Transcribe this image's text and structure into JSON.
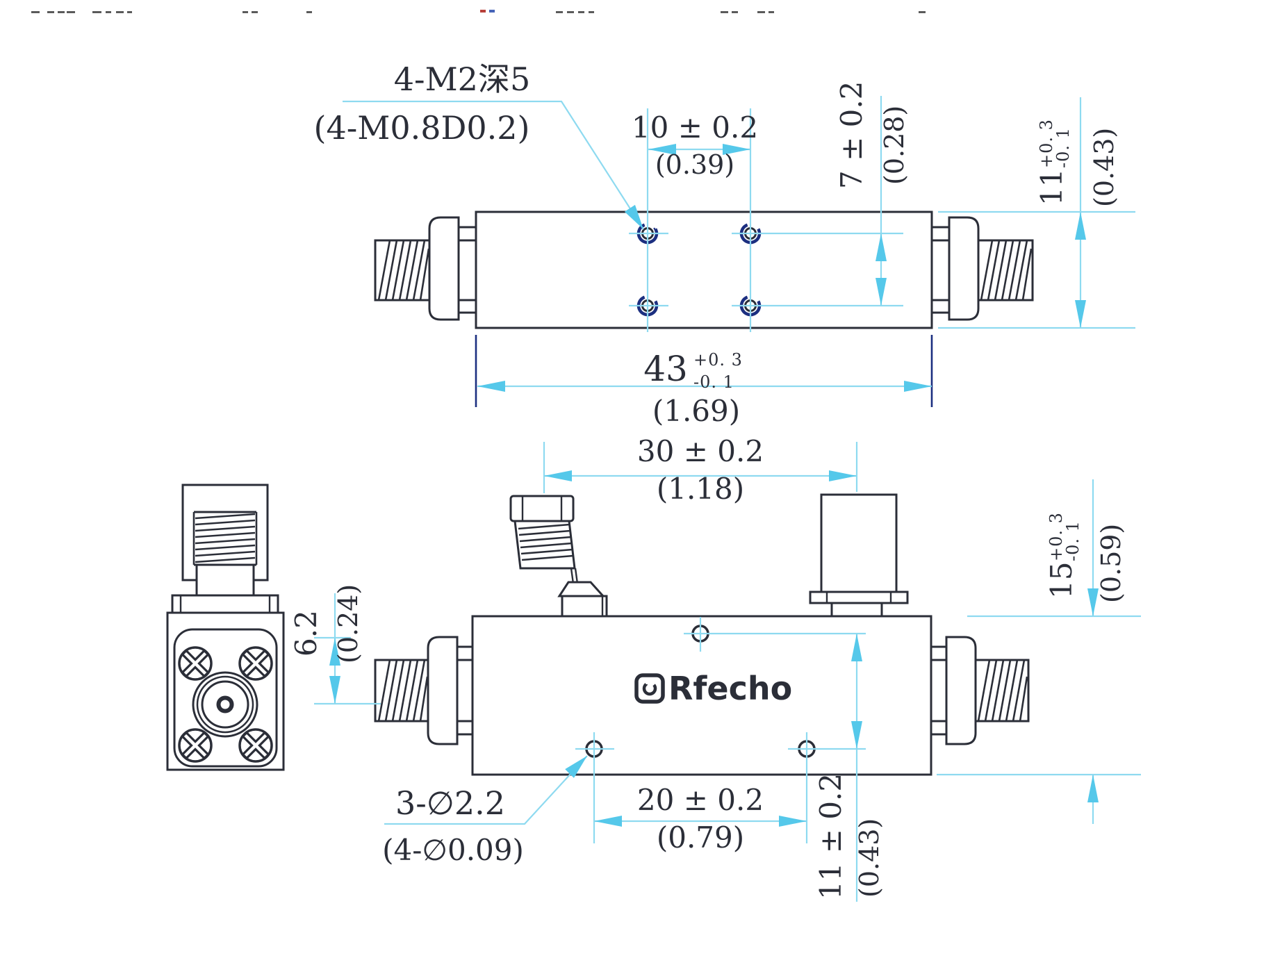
{
  "title": "RF coupler dimensional drawing",
  "logo": {
    "text": "Rfecho"
  },
  "colors": {
    "paper": "#ffffff",
    "ink": "#2b2e38",
    "dim": "#8edaf0",
    "arrow": "#55c8ea",
    "navy": "#1c2f80"
  },
  "views": {
    "top_view": {
      "thread_label": {
        "line1": "4-M2深5",
        "line2": "(4-M0.8D0.2)"
      },
      "dim_hole_spacing_x": {
        "value": "10 ± 0.2",
        "inch": "(0.39)"
      },
      "dim_hole_spacing_y": {
        "value": "7 ± 0.2",
        "inch": "(0.28)"
      },
      "dim_body_width": {
        "value": "11",
        "tol_plus": "+0. 3",
        "tol_minus": "-0. 1",
        "inch": "(0.43)"
      },
      "dim_body_length": {
        "value": "43",
        "tol_plus": "+0. 3",
        "tol_minus": "-0. 1",
        "inch": "(1.69)"
      }
    },
    "side_view": {
      "dim_port_spacing": {
        "value": "30 ± 0.2",
        "inch": "(1.18)"
      },
      "dim_body_height": {
        "value": "15",
        "tol_plus": "+0. 3",
        "tol_minus": "-0. 1",
        "inch": "(0.59)"
      },
      "dim_connector_offset": {
        "value": "6.2",
        "inch": "(0.24)"
      },
      "dim_hole_spacing_x": {
        "value": "20 ± 0.2",
        "inch": "(0.79)"
      },
      "dim_hole_spacing_y": {
        "value": "11 ± 0.2",
        "inch": "(0.43)"
      },
      "hole_label": {
        "line1": "3-∅2.2",
        "line2": "(4-∅0.09)"
      }
    }
  }
}
